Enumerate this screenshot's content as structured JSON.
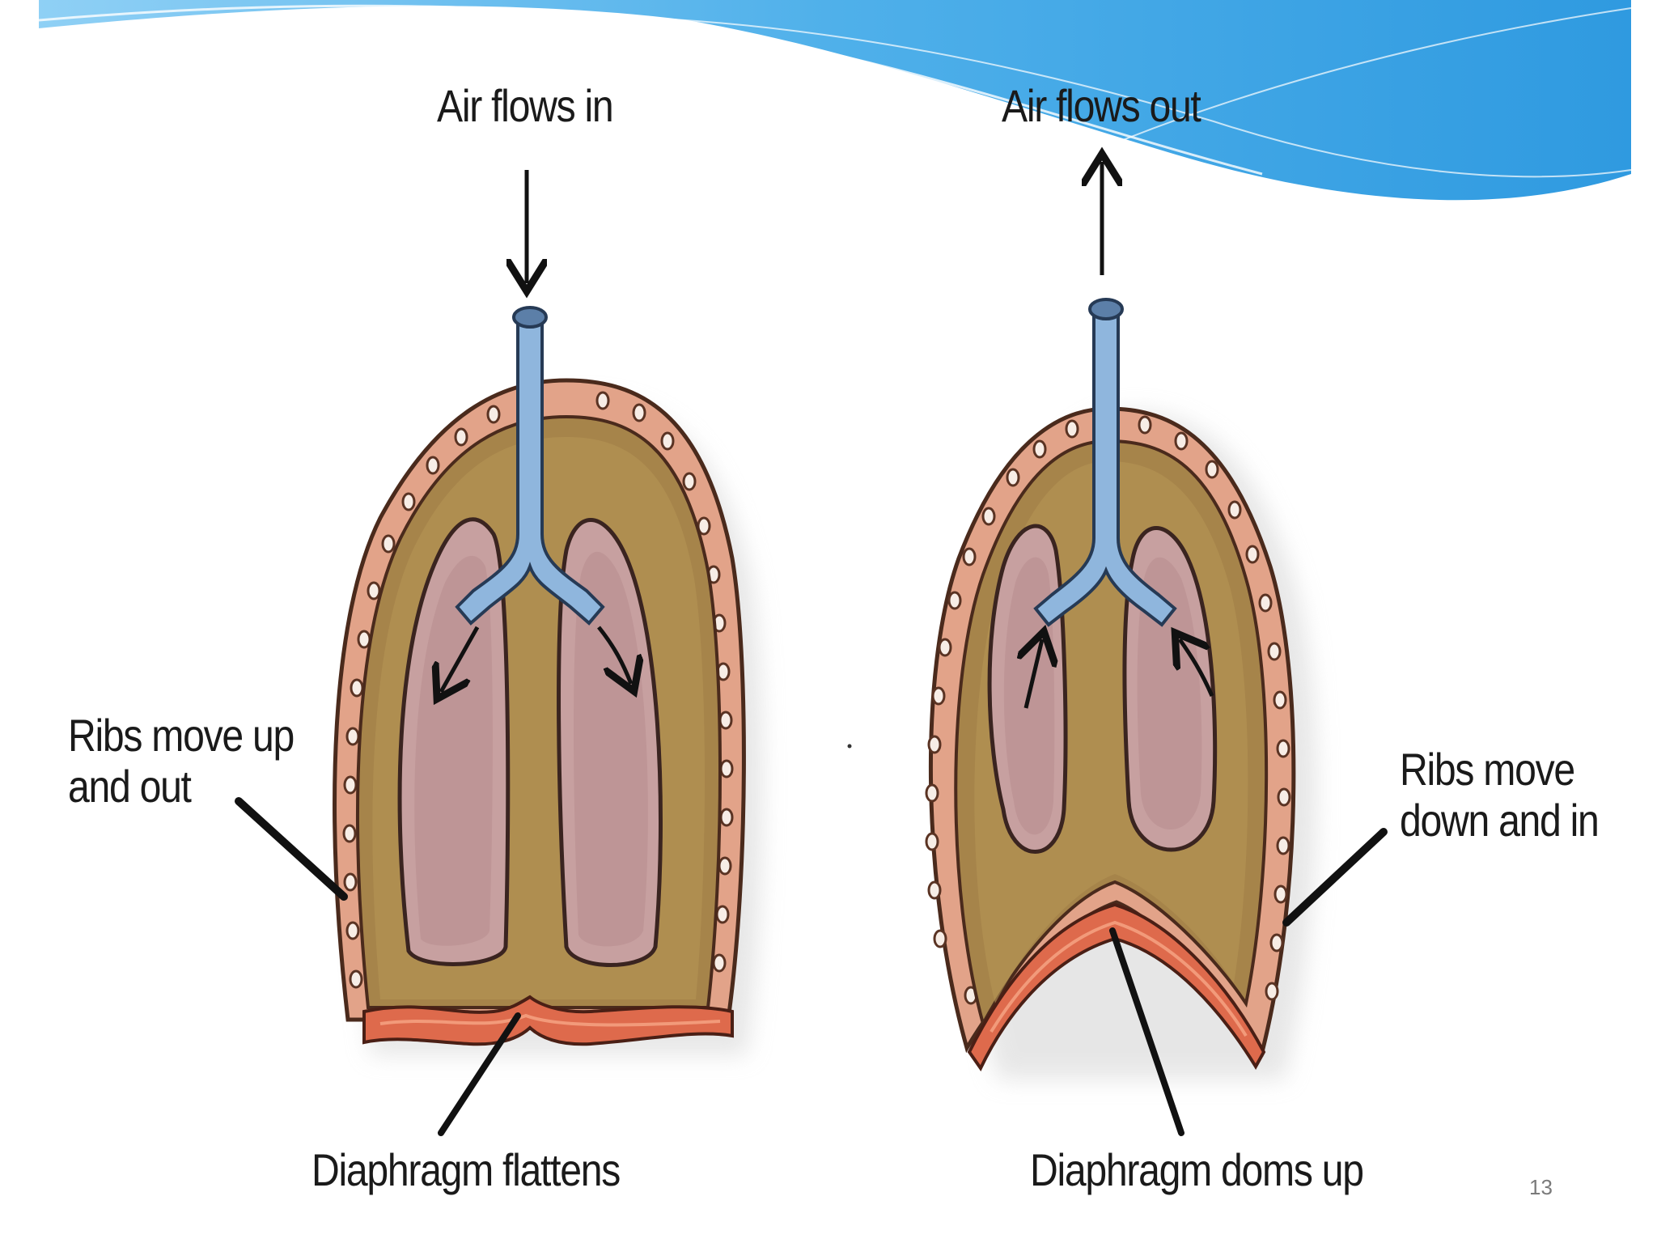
{
  "slide": {
    "page_number": "13",
    "accent_color": "#3a9fe0"
  },
  "inhale": {
    "air_label": "Air flows in",
    "ribs_label_line1": "Ribs move up",
    "ribs_label_line2": "and out",
    "diaphragm_label": "Diaphragm flattens"
  },
  "exhale": {
    "air_label": "Air flows out",
    "ribs_label_line1": "Ribs move",
    "ribs_label_line2": "down and in",
    "diaphragm_label": "Diaphragm doms up"
  },
  "colors": {
    "rib_wall": "#e2a389",
    "cavity": "#a6844a",
    "lung": "#c8a0a0",
    "airway": "#8fb6dd",
    "diaphragm": "#de6a4c"
  }
}
